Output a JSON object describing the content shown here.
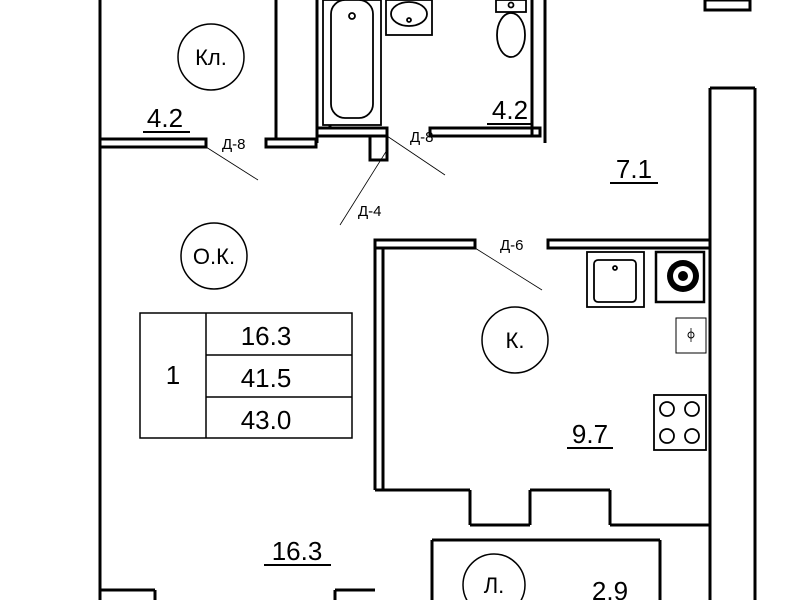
{
  "rooms": {
    "closet": {
      "label": "Кл.",
      "area": "4.2"
    },
    "bathroom": {
      "area": "4.2"
    },
    "hall": {
      "area": "7.1"
    },
    "living": {
      "label": "О.К.",
      "area": "16.3"
    },
    "kitchen": {
      "label": "К.",
      "area": "9.7"
    },
    "loggia": {
      "label": "Л.",
      "area": "2.9"
    }
  },
  "doors": {
    "closet_door": "Д-8",
    "bath_door": "Д-8",
    "living_door": "Д-4",
    "kitchen_door": "Д-6"
  },
  "summary": {
    "rooms_count": "1",
    "living_area": "16.3",
    "total_area": "41.5",
    "total_with_loggia": "43.0"
  }
}
